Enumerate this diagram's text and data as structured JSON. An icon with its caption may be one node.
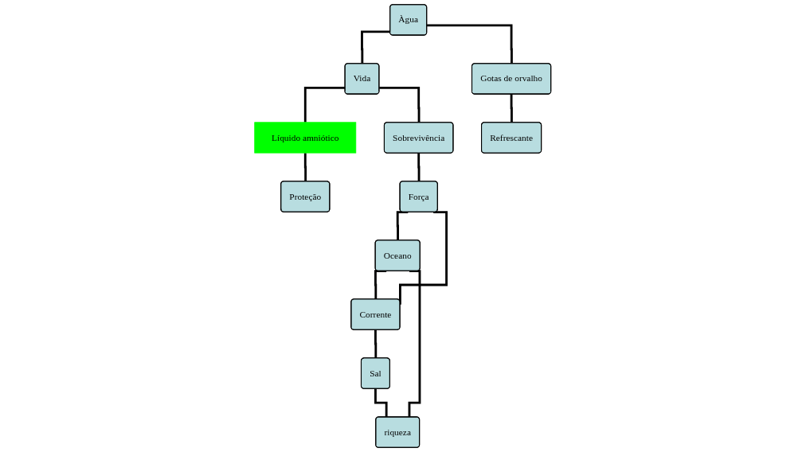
{
  "diagram": {
    "nodes": [
      {
        "text": [
          "Àgua"
        ]
      },
      {
        "text": [
          "Líquido amniótico"
        ]
      },
      {
        "text": [
          "Gotas de orvalho"
        ]
      },
      {
        "text": [
          "Proteção"
        ]
      },
      {
        "text": [
          "Vida"
        ]
      },
      {
        "text": [
          "Refrescante"
        ]
      },
      {
        "text": [
          "Sobrevivência"
        ]
      },
      {
        "text": [
          "Força"
        ]
      },
      {
        "text": [
          "Corrente"
        ]
      },
      {
        "text": [
          "Sal"
        ]
      },
      {
        "text": [
          "Oceano"
        ]
      },
      {
        "text": [
          "riqueza"
        ]
      }
    ],
    "edges": [
      {
        "from": 0,
        "to": 4,
        "arrow": "none"
      },
      {
        "from": 0,
        "to": 2,
        "arrow": "none"
      },
      {
        "from": 4,
        "to": 1,
        "arrow": "none"
      },
      {
        "from": 1,
        "to": 3,
        "arrow": "none"
      },
      {
        "from": 2,
        "to": 5,
        "arrow": "none"
      },
      {
        "from": 4,
        "to": 6,
        "arrow": "none"
      },
      {
        "from": 6,
        "to": 7,
        "arrow": "none"
      },
      {
        "from": 7,
        "to": 10,
        "arrow": "none"
      },
      {
        "from": 7,
        "to": 8,
        "arrow": "none"
      },
      {
        "from": 10,
        "to": 8,
        "arrow": "none"
      },
      {
        "from": 8,
        "to": 9,
        "arrow": "none"
      },
      {
        "from": 10,
        "to": 11,
        "arrow": "none"
      },
      {
        "from": 9,
        "to": 11,
        "arrow": "none"
      }
    ]
  }
}
